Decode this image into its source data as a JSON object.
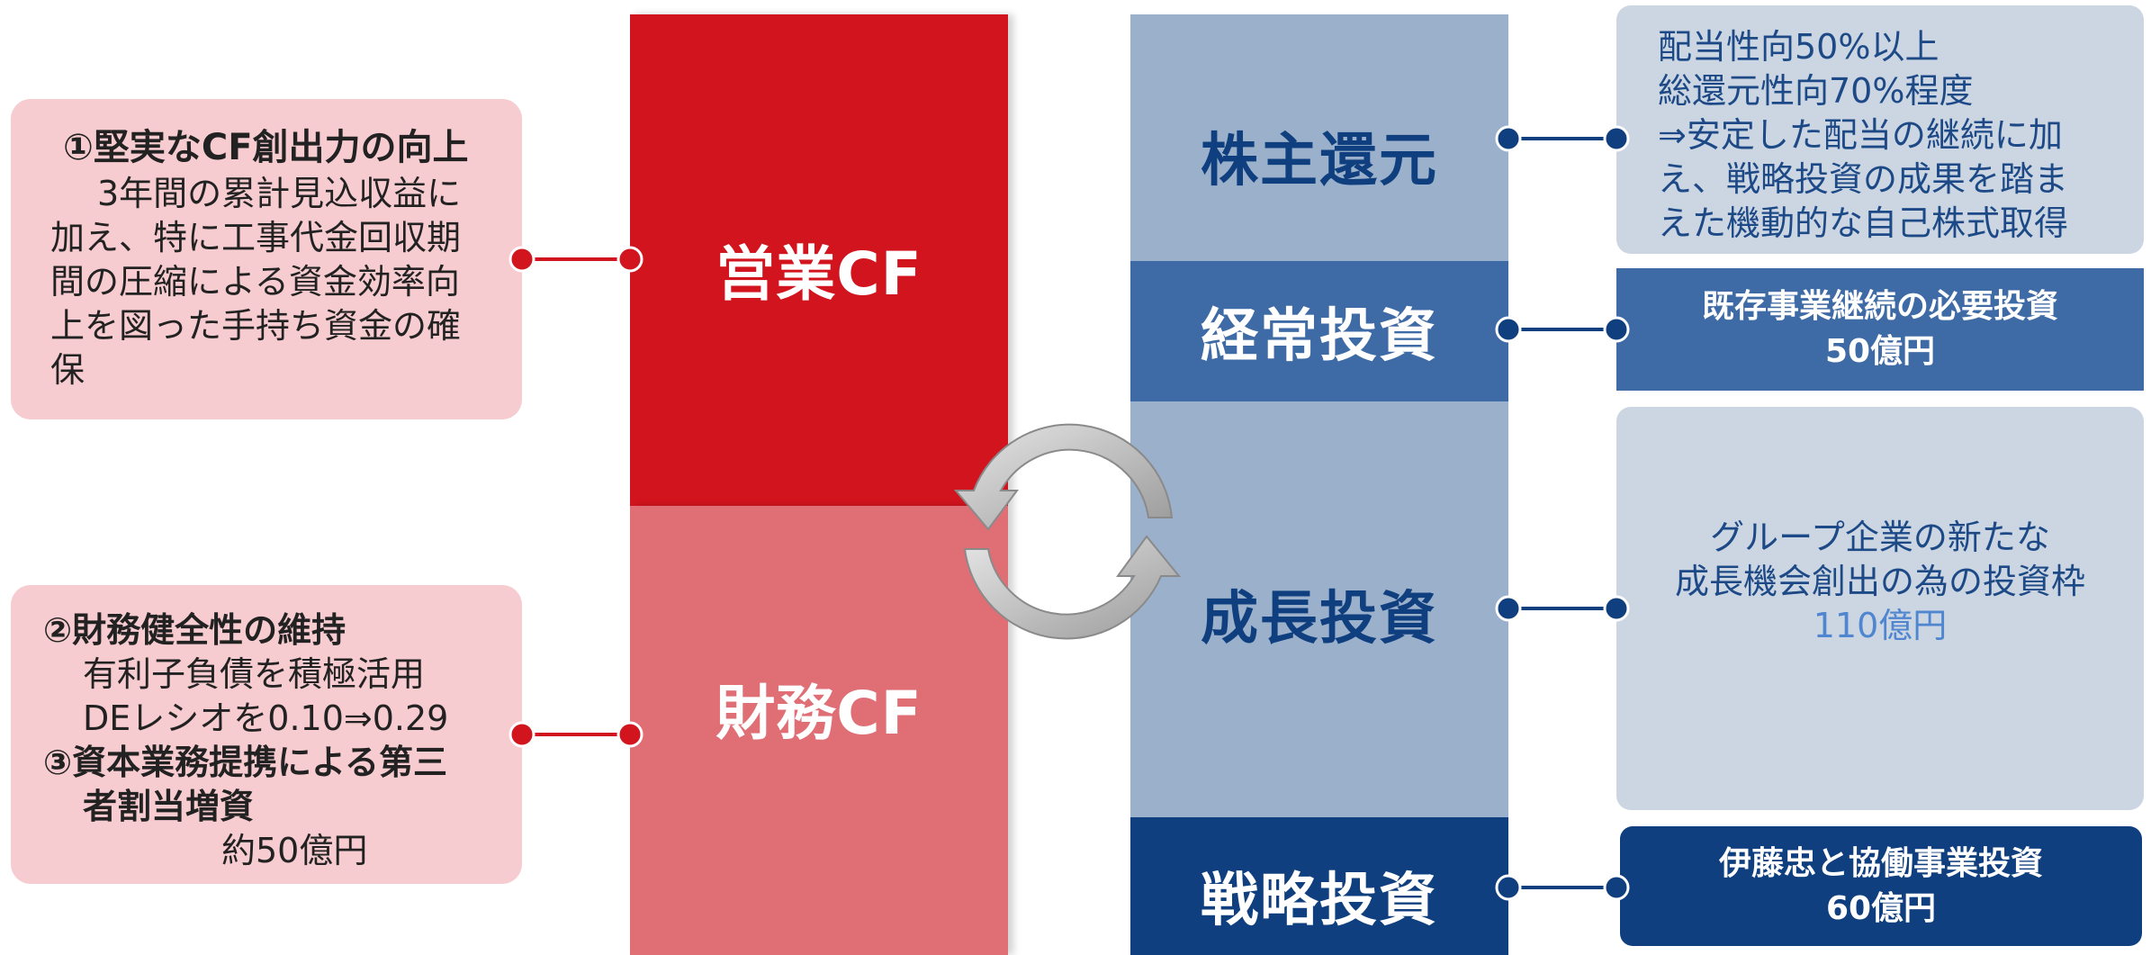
{
  "left": {
    "box1": {
      "title": "①堅実なCF創出力の向上",
      "lines": [
        "3年間の累計見込収益に",
        "加え、特に工事代金回収期",
        "間の圧縮による資金効率向",
        "上を図った手持ち資金の確",
        "保"
      ]
    },
    "box2": {
      "title1": "②財務健全性の維持",
      "line1": "有利子負債を積極活用",
      "line2": "DEレシオを0.10⇒0.29",
      "title2a": "③資本業務提携による第三",
      "title2b": "者割当増資",
      "line3": "約50億円"
    }
  },
  "center": {
    "operating_cf": "営業CF",
    "financing_cf": "財務CF"
  },
  "right": {
    "blocks": [
      {
        "label": "株主還元"
      },
      {
        "label": "経常投資"
      },
      {
        "label": "成長投資"
      },
      {
        "label": "戦略投資"
      }
    ],
    "details": {
      "shareholder": [
        "配当性向50%以上",
        "総還元性向70%程度",
        "⇒安定した配当の継続に加",
        "え、戦略投資の成果を踏ま",
        "えた機動的な自己株式取得"
      ],
      "ordinary": [
        "既存事業継続の必要投資",
        "50億円"
      ],
      "growth": [
        "グループ企業の新たな",
        "成長機会創出の為の投資枠",
        "110億円"
      ],
      "strategic": [
        "伊藤忠と協働事業投資",
        "60億円"
      ]
    }
  },
  "colors": {
    "red_dark": "#d2141e",
    "red_light": "#e06e75",
    "pink_panel": "#f7ccd0",
    "blue_light": "#9bb0cb",
    "blue_mid": "#3e6aa5",
    "navy": "#0f3f7e",
    "detail_light": "#ccd6e3",
    "growth_amount": "#4f86cf"
  }
}
